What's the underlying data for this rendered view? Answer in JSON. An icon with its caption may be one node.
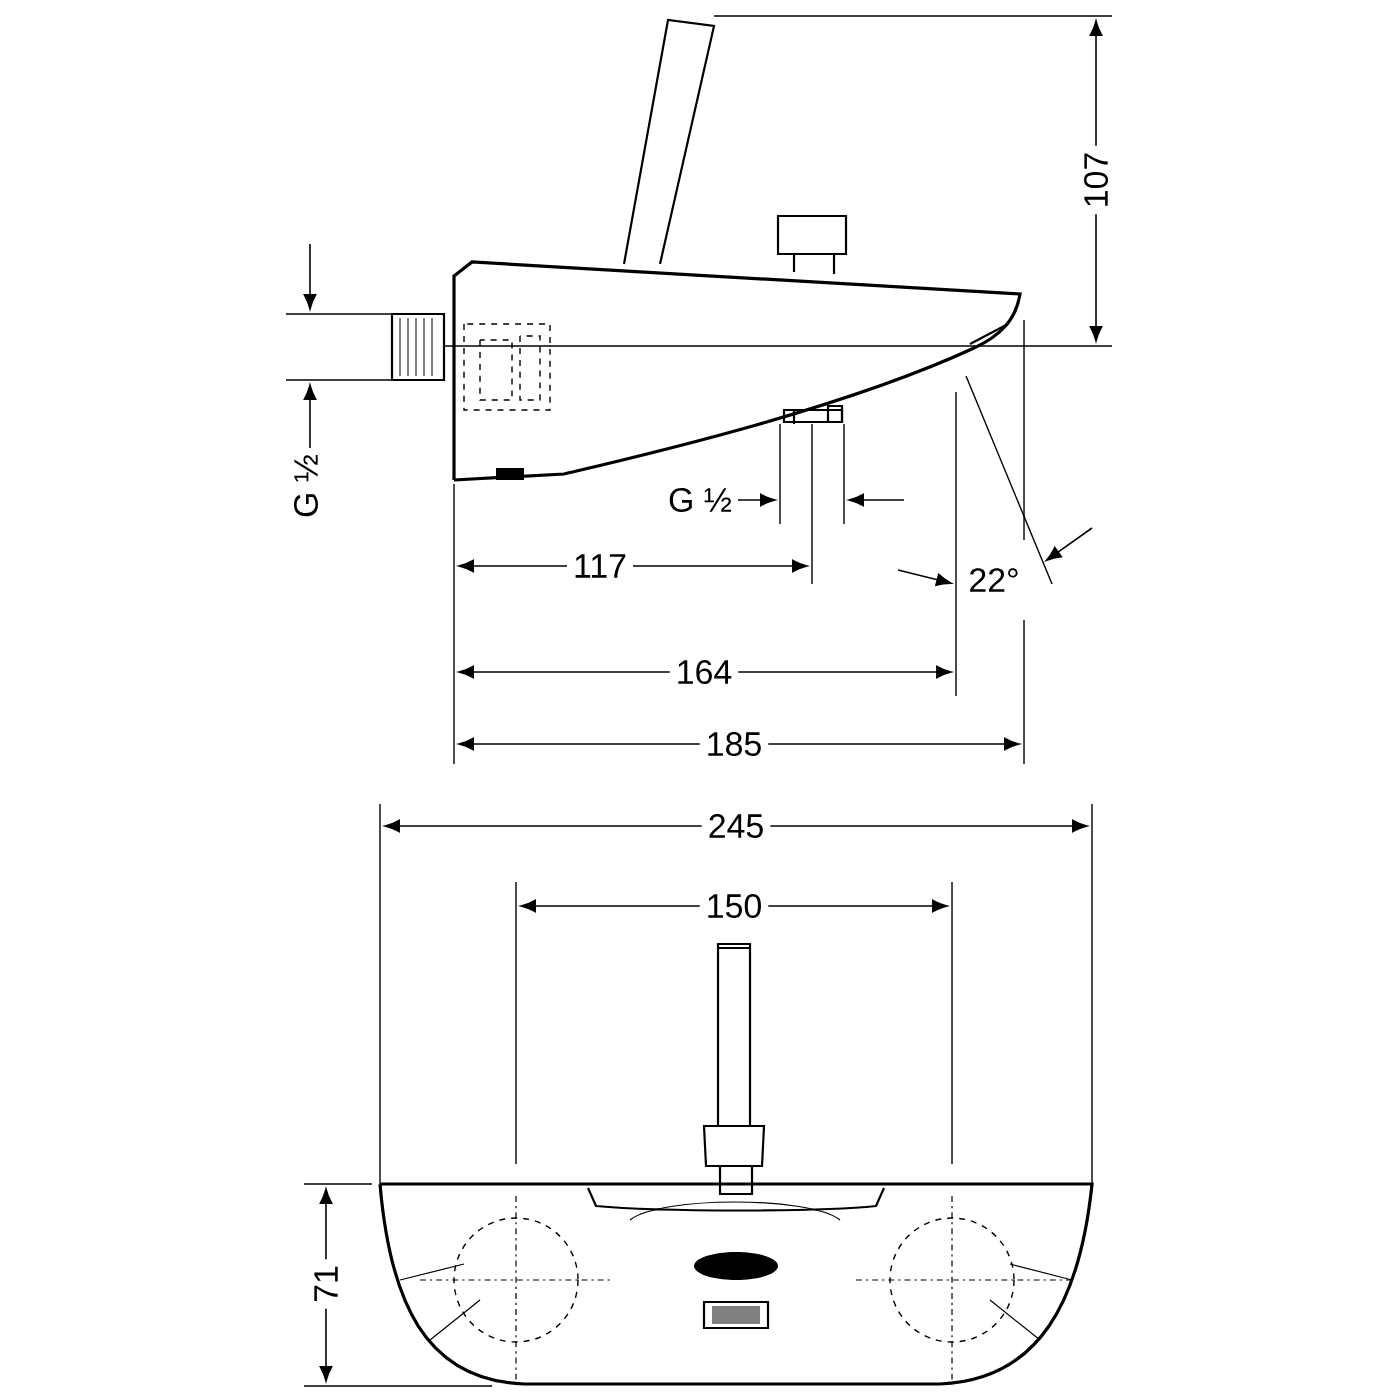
{
  "diagram": {
    "labels": [
      "107",
      "G ½",
      "G ½",
      "117",
      "22°",
      "164",
      "185",
      "245",
      "150",
      "71"
    ]
  }
}
